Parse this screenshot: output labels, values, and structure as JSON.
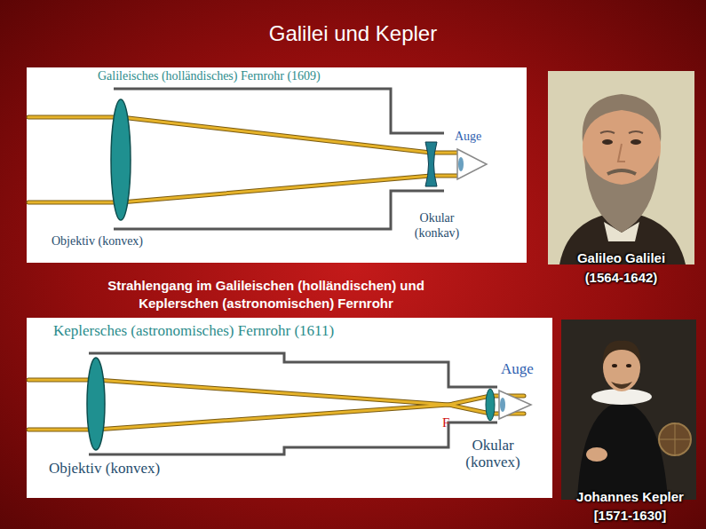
{
  "diagram": {
    "title": "Galilei und Kepler",
    "caption": "Strahlengang im Galileischen (holländischen) und Keplerschen (astronomischen) Fernrohr",
    "nodes": [
      {
        "text": [
          "Galileisches (holländisches) Fernrohr (1609)"
        ]
      },
      {
        "text": [
          "Galileo Galilei",
          "(1564-1642)"
        ]
      },
      {
        "text": [
          "Keplersches (astronomisches) Fernrohr (1611)"
        ]
      },
      {
        "text": [
          "Johannes Kepler",
          "[1571-1630]"
        ]
      }
    ],
    "labels": [
      "Auge",
      "Objektiv (konvex)",
      "Okular (konkav)",
      "Auge",
      "F",
      "Objektiv (konvex)",
      "Okular (konvex)"
    ]
  }
}
